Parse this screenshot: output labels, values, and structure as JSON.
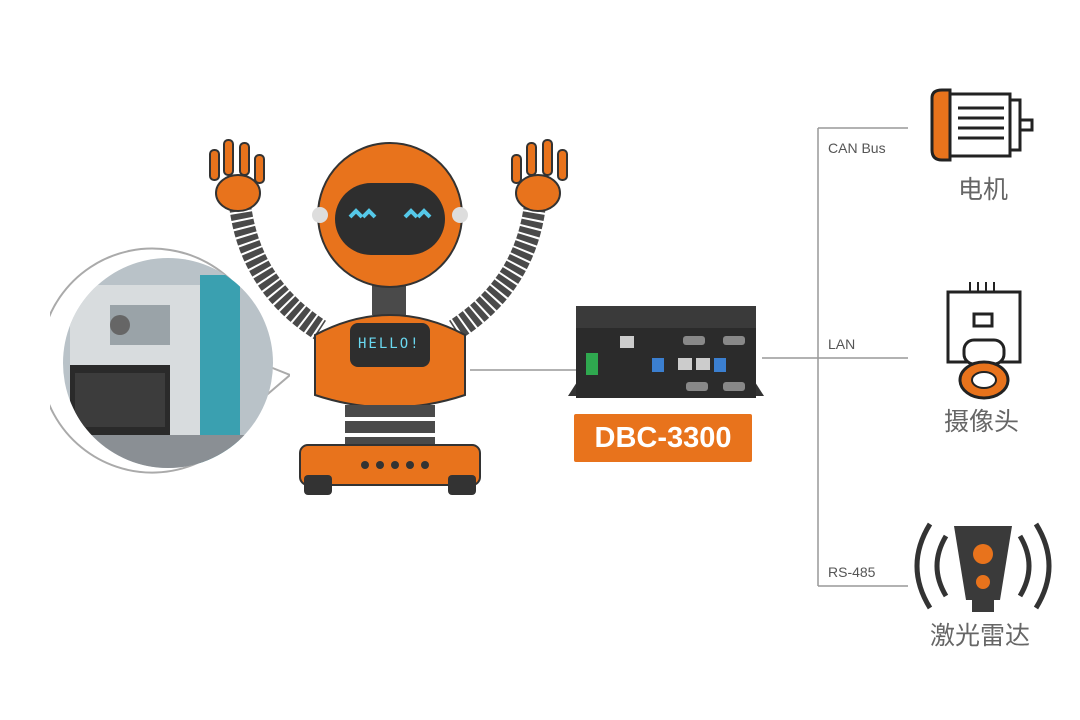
{
  "robot": {
    "screen_text": "HELLO!"
  },
  "device": {
    "model": "DBC-3300"
  },
  "connections": [
    {
      "bus": "CAN Bus",
      "device": "电机",
      "icon": "motor-icon"
    },
    {
      "bus": "LAN",
      "device": "摄像头",
      "icon": "camera-icon"
    },
    {
      "bus": "RS-485",
      "device": "激光雷达",
      "icon": "lidar-icon"
    }
  ],
  "colors": {
    "accent": "#e8731c",
    "dark": "#3a3a3a",
    "line": "#999999"
  }
}
